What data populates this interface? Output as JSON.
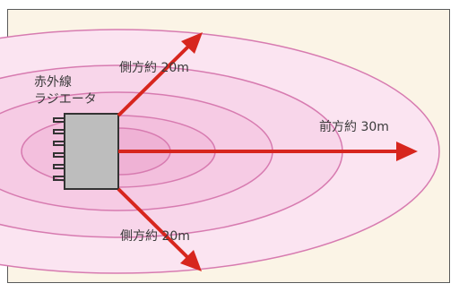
{
  "device": {
    "line1": "赤外線",
    "line2": "ラジエータ"
  },
  "labels": {
    "side_top": "側方約 20m",
    "front": "前方約 30m",
    "side_bottom": "側方約 20m"
  },
  "colors": {
    "background": "#fbf4e6",
    "radiation_fill": "#f6c6e2",
    "radiation_stroke": "#d77bb0",
    "arrow": "#d7261e",
    "heater_fill": "#bdbdbd"
  }
}
